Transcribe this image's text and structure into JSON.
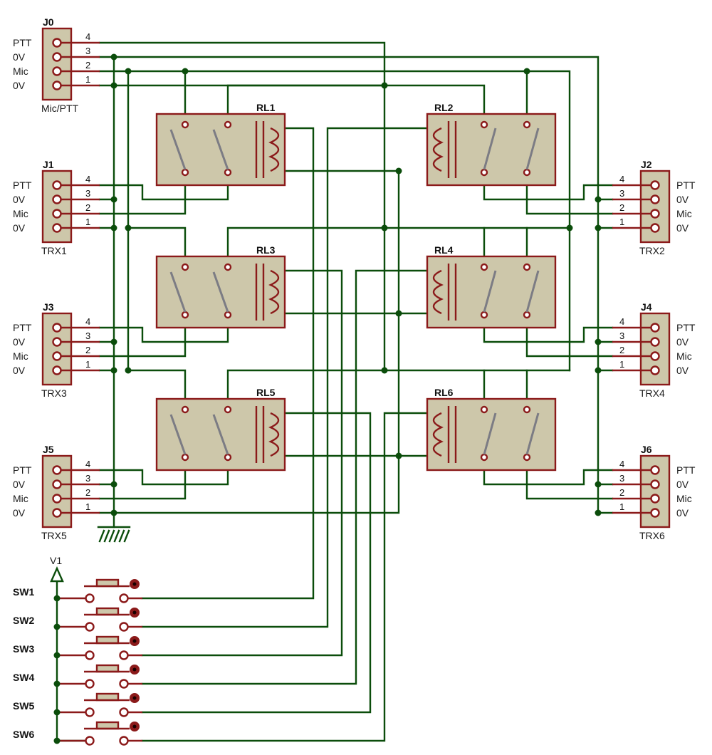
{
  "colors": {
    "wire": "#0b4d0b",
    "pin": "#8b1a1a",
    "body": "#cdc7aa",
    "blade": "#7c7c84"
  },
  "connectors": [
    {
      "ref": "J0",
      "value": "Mic/PTT",
      "pins": [
        {
          "num": "4",
          "label": "PTT"
        },
        {
          "num": "3",
          "label": "0V"
        },
        {
          "num": "2",
          "label": "Mic"
        },
        {
          "num": "1",
          "label": "0V"
        }
      ]
    },
    {
      "ref": "J1",
      "value": "TRX1",
      "pins": [
        {
          "num": "4",
          "label": "PTT"
        },
        {
          "num": "3",
          "label": "0V"
        },
        {
          "num": "2",
          "label": "Mic"
        },
        {
          "num": "1",
          "label": "0V"
        }
      ]
    },
    {
      "ref": "J2",
      "value": "TRX2",
      "pins": [
        {
          "num": "4",
          "label": "PTT"
        },
        {
          "num": "3",
          "label": "0V"
        },
        {
          "num": "2",
          "label": "Mic"
        },
        {
          "num": "1",
          "label": "0V"
        }
      ]
    },
    {
      "ref": "J3",
      "value": "TRX3",
      "pins": [
        {
          "num": "4",
          "label": "PTT"
        },
        {
          "num": "3",
          "label": "0V"
        },
        {
          "num": "2",
          "label": "Mic"
        },
        {
          "num": "1",
          "label": "0V"
        }
      ]
    },
    {
      "ref": "J4",
      "value": "TRX4",
      "pins": [
        {
          "num": "4",
          "label": "PTT"
        },
        {
          "num": "3",
          "label": "0V"
        },
        {
          "num": "2",
          "label": "Mic"
        },
        {
          "num": "1",
          "label": "0V"
        }
      ]
    },
    {
      "ref": "J5",
      "value": "TRX5",
      "pins": [
        {
          "num": "4",
          "label": "PTT"
        },
        {
          "num": "3",
          "label": "0V"
        },
        {
          "num": "2",
          "label": "Mic"
        },
        {
          "num": "1",
          "label": "0V"
        }
      ]
    },
    {
      "ref": "J6",
      "value": "TRX6",
      "pins": [
        {
          "num": "4",
          "label": "PTT"
        },
        {
          "num": "3",
          "label": "0V"
        },
        {
          "num": "2",
          "label": "Mic"
        },
        {
          "num": "1",
          "label": "0V"
        }
      ]
    }
  ],
  "relays": [
    "RL1",
    "RL2",
    "RL3",
    "RL4",
    "RL5",
    "RL6"
  ],
  "switches": [
    "SW1",
    "SW2",
    "SW3",
    "SW4",
    "SW5",
    "SW6"
  ],
  "supply": {
    "label": "V1",
    "symbol": "arrow-icon"
  },
  "ground": {
    "symbol": "ground-icon"
  }
}
